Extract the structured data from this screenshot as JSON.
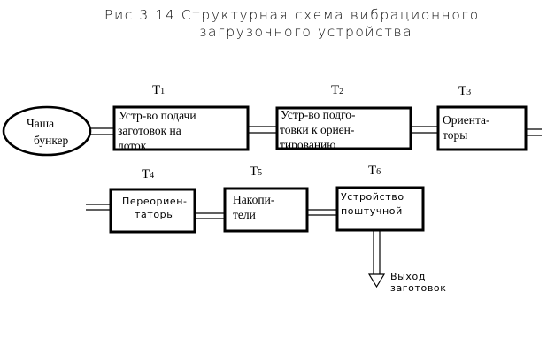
{
  "title": {
    "line1": "Рис.3.14 Структурная схема вибрационного",
    "line2": "загрузочного устройства"
  },
  "source": {
    "line1": "Чаша",
    "line2": "бункер"
  },
  "blocks": [
    {
      "id": "T1",
      "label_main": "T",
      "label_sub": "1",
      "lines": [
        "Устр-во подачи",
        "заготовок на",
        "лоток"
      ]
    },
    {
      "id": "T2",
      "label_main": "T",
      "label_sub": "2",
      "lines": [
        "Устр-во подго-",
        "товки к ориен-",
        "тированию"
      ]
    },
    {
      "id": "T3",
      "label_main": "T",
      "label_sub": "3",
      "lines": [
        "Ориента-",
        "торы"
      ]
    },
    {
      "id": "T4",
      "label_main": "T",
      "label_sub": "4",
      "lines": [
        "Переориен-",
        "таторы"
      ]
    },
    {
      "id": "T5",
      "label_main": "T",
      "label_sub": "5",
      "lines": [
        "Накопи-",
        "тели"
      ]
    },
    {
      "id": "T6",
      "label_main": "T",
      "label_sub": "6",
      "lines": [
        "Устройство",
        "поштучной"
      ]
    }
  ],
  "output": {
    "line1": "Выход",
    "line2": "заготовок"
  }
}
